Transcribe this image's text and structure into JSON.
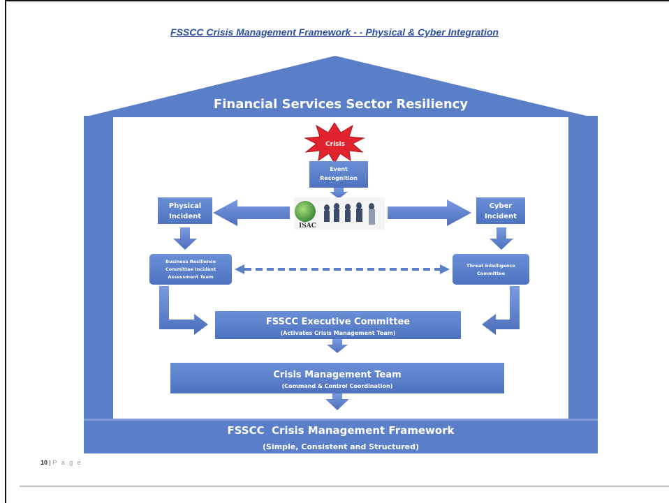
{
  "document": {
    "title": "FSSCC Crisis Management Framework - - Physical & Cyber Integration",
    "page_number": "10",
    "page_word": "P a g e"
  },
  "diagram": {
    "roof_label": "Financial Services Sector Resiliency",
    "crisis": "Crisis",
    "event_recognition": [
      "Event",
      "Recognition"
    ],
    "physical_incident": [
      "Physical",
      "Incident"
    ],
    "cyber_incident": [
      "Cyber",
      "Incident"
    ],
    "isac_logo": "ISAC",
    "business_resilience": [
      "Business Resilience",
      "Committee Incident",
      "Assessment Team"
    ],
    "threat_intelligence": [
      "Threat Intelligence",
      "Committee"
    ],
    "executive_committee": {
      "title": "FSSCC Executive Committee",
      "subtitle": "(Activates Crisis Management Team)"
    },
    "crisis_team": {
      "title": "Crisis Management Team",
      "subtitle": "(Command & Control Coordination)"
    },
    "framework": {
      "title": "FSSCC  Crisis Management Framework",
      "subtitle": "(Simple, Consistent and Structured)"
    }
  },
  "colors": {
    "house": "#5b7ec8",
    "house_dark": "#4a6cb4",
    "box": "#5a7fc9",
    "crisis_red": "#e0232d"
  }
}
